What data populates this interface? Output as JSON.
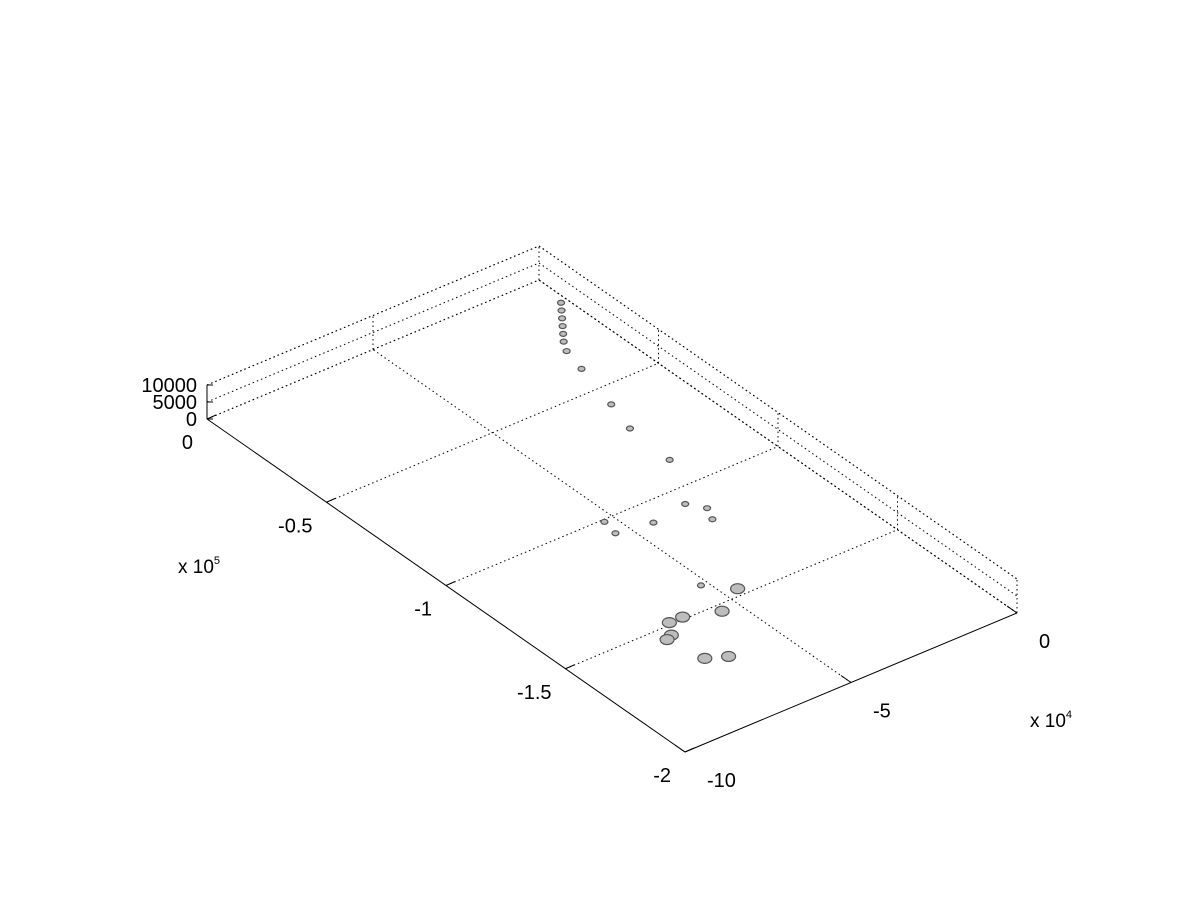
{
  "chart_data": {
    "type": "scatter",
    "title": "",
    "xlabel": "",
    "ylabel": "",
    "zlabel": "",
    "xlim": [
      -100000,
      0
    ],
    "ylim": [
      -200000,
      0
    ],
    "zlim": [
      0,
      10000
    ],
    "grid": true,
    "x_ticks": [
      {
        "value": 0,
        "label": "0"
      },
      {
        "value": -50000,
        "label": "-5"
      },
      {
        "value": -100000,
        "label": "-10"
      }
    ],
    "x_multiplier": {
      "base": "x 10",
      "exponent": "4"
    },
    "y_ticks": [
      {
        "value": 0,
        "label": "0"
      },
      {
        "value": -50000,
        "label": "-0.5"
      },
      {
        "value": -100000,
        "label": "-1"
      },
      {
        "value": -150000,
        "label": "-1.5"
      },
      {
        "value": -200000,
        "label": "-2"
      }
    ],
    "y_multiplier": {
      "base": "x 10",
      "exponent": "5"
    },
    "z_ticks": [
      {
        "value": 0,
        "label": "0"
      },
      {
        "value": 5000,
        "label": "5000"
      },
      {
        "value": 10000,
        "label": "10000"
      }
    ],
    "series": [
      {
        "color": "#555555",
        "points": [
          {
            "x": -2000,
            "y": -12000,
            "z": 0
          },
          {
            "x": -4000,
            "y": -15000,
            "z": 0
          },
          {
            "x": -6000,
            "y": -18000,
            "z": 0
          },
          {
            "x": -8000,
            "y": -21000,
            "z": 0
          },
          {
            "x": -10000,
            "y": -24000,
            "z": 0
          },
          {
            "x": -12000,
            "y": -27000,
            "z": 0
          },
          {
            "x": -14000,
            "y": -31000,
            "z": 0
          },
          {
            "x": -16000,
            "y": -40000,
            "z": 0
          },
          {
            "x": -20000,
            "y": -58000,
            "z": 0
          },
          {
            "x": -23000,
            "y": -70000,
            "z": 0
          },
          {
            "x": -24000,
            "y": -88000,
            "z": 0
          },
          {
            "x": -33000,
            "y": -107000,
            "z": 0
          },
          {
            "x": -30000,
            "y": -112000,
            "z": 0
          },
          {
            "x": -32000,
            "y": -117000,
            "z": 0
          },
          {
            "x": -44000,
            "y": -109000,
            "z": 0
          },
          {
            "x": -53000,
            "y": -101000,
            "z": 0
          },
          {
            "x": -54000,
            "y": -107000,
            "z": 0
          },
          {
            "x": -46000,
            "y": -147000,
            "z": 0
          },
          {
            "x": -52000,
            "y": -140000,
            "z": 0
          },
          {
            "x": -55000,
            "y": -153000,
            "z": 0
          },
          {
            "x": -64000,
            "y": -149000,
            "z": 0
          },
          {
            "x": -68000,
            "y": -149000,
            "z": 0
          },
          {
            "x": -71000,
            "y": -154000,
            "z": 0
          },
          {
            "x": -66000,
            "y": -171000,
            "z": 0
          },
          {
            "x": -71000,
            "y": -168000,
            "z": 0
          },
          {
            "x": -73000,
            "y": -155000,
            "z": 0
          }
        ]
      }
    ]
  }
}
